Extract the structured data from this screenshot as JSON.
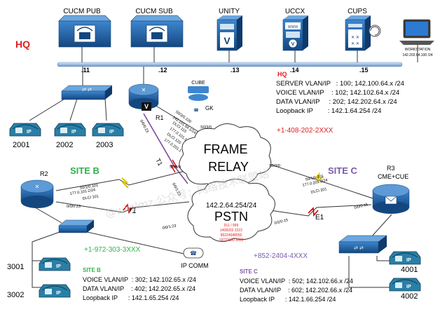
{
  "hq": {
    "title": "HQ",
    "servers": {
      "cucm_pub": "CUCM PUB",
      "cucm_sub": "CUCM SUB",
      "unity": "UNITY",
      "uccx": "UCCX",
      "cups": "CUPS",
      "workstation": "WORKSTATION",
      "workstation_ip": "142.202.64.100 /24"
    },
    "host_ids": [
      ".11",
      ".12",
      ".13",
      ".14",
      ".15"
    ],
    "info_title": "HQ",
    "info_lines": [
      "SERVER VLAN/IP   : 100; 142.100.64.x /24",
      "VOICE VLAN/IP    : 102; 142.102.64.x /24",
      "DATA VLAN/IP     : 202; 142.202.64.x /24",
      "Loopback IP        : 142.1.64.254 /24"
    ],
    "phone_number": "+1-408-202-2XXX",
    "phones": [
      "2001",
      "2002",
      "2003"
    ],
    "router": "R1",
    "router_badge": "V",
    "cube": "CUBE",
    "gk": "GK"
  },
  "site_b": {
    "title": "SITE B",
    "router": "R2",
    "phone_number": "+1-972-303-3XXX",
    "phones": [
      "3001",
      "3002"
    ],
    "info_title": "SITE B",
    "info_lines": [
      "VOICE VLAN/IP  : 302; 142.102.65.x /24",
      "DATA VLAN/IP    : 402; 142.202.65.x /24",
      "Loopback IP      : 142.1.65.254 /24"
    ]
  },
  "site_c": {
    "title": "SITE C",
    "router": "R3",
    "router_sub": "CME+CUE",
    "phone_number": "+852-2404-4XXX",
    "phones": [
      "4001",
      "4002"
    ],
    "info_title": "SITE C",
    "info_lines": [
      "VOICE VLAN/IP  : 502; 142.102.66.x /24",
      "DATA VLAN/IP    : 602; 142.202.66.x /24",
      "Loopback IP      : 142.1.66.254 /24"
    ]
  },
  "frame_relay": [
    "FRAME",
    "RELAY"
  ],
  "pstn": {
    "subnet": "142.2.64.254/24",
    "title": "PSTN",
    "numbers": [
      "911 / 999",
      "1408202 2222",
      "85224048555",
      "19723030 3333"
    ]
  },
  "links": {
    "r1_fr_a": "S0/3/0",
    "r1_fr_b": "S0/3/0.100",
    "r1_fr_ip": "142.101.64.1/24",
    "r1_fr_dlci_b": "DLCI 110",
    "r1_fr_dlci_c": "DLCI 120",
    "r1_fr_ip_b": "177.0.101.1",
    "r1_fr_ip_c": "177.0.201.1",
    "r1_pstn": "0/0/0:23",
    "r1_pstn_t1": "T1",
    "r2_fr": "S0/3/0",
    "r2_fr_sub": "S0/1/0.101",
    "r2_fr_ip": "177.0.101.2/24",
    "r2_fr_dlci": "DLCI 101",
    "r2_pstn": "0/0/0:23",
    "r2_pstn_t1": "T1",
    "pstn_side": "0/0/1:23",
    "r3_fr": "S0/3/0",
    "r3_fr_sub": "S0/1/0.201",
    "r3_fr_ip": "177.0.201.2/24",
    "r3_fr_dlci": "DLCI 201",
    "r3_pstn": "0/1/0:15",
    "r3_pstn_e1": "E1",
    "r3_pstn_if": "0/0/0:15",
    "ipcomm": "IP COMM"
  },
  "watermark": "@wljslmz   公众号：网络技术联盟站",
  "colors": {
    "hq_red": "#e02020",
    "site_b_green": "#2db34a",
    "site_c_purple": "#7a5aa8",
    "device_blue": "#1b5ea8",
    "phone_teal": "#2a7fa6",
    "backbone": "#a9c4e8"
  }
}
